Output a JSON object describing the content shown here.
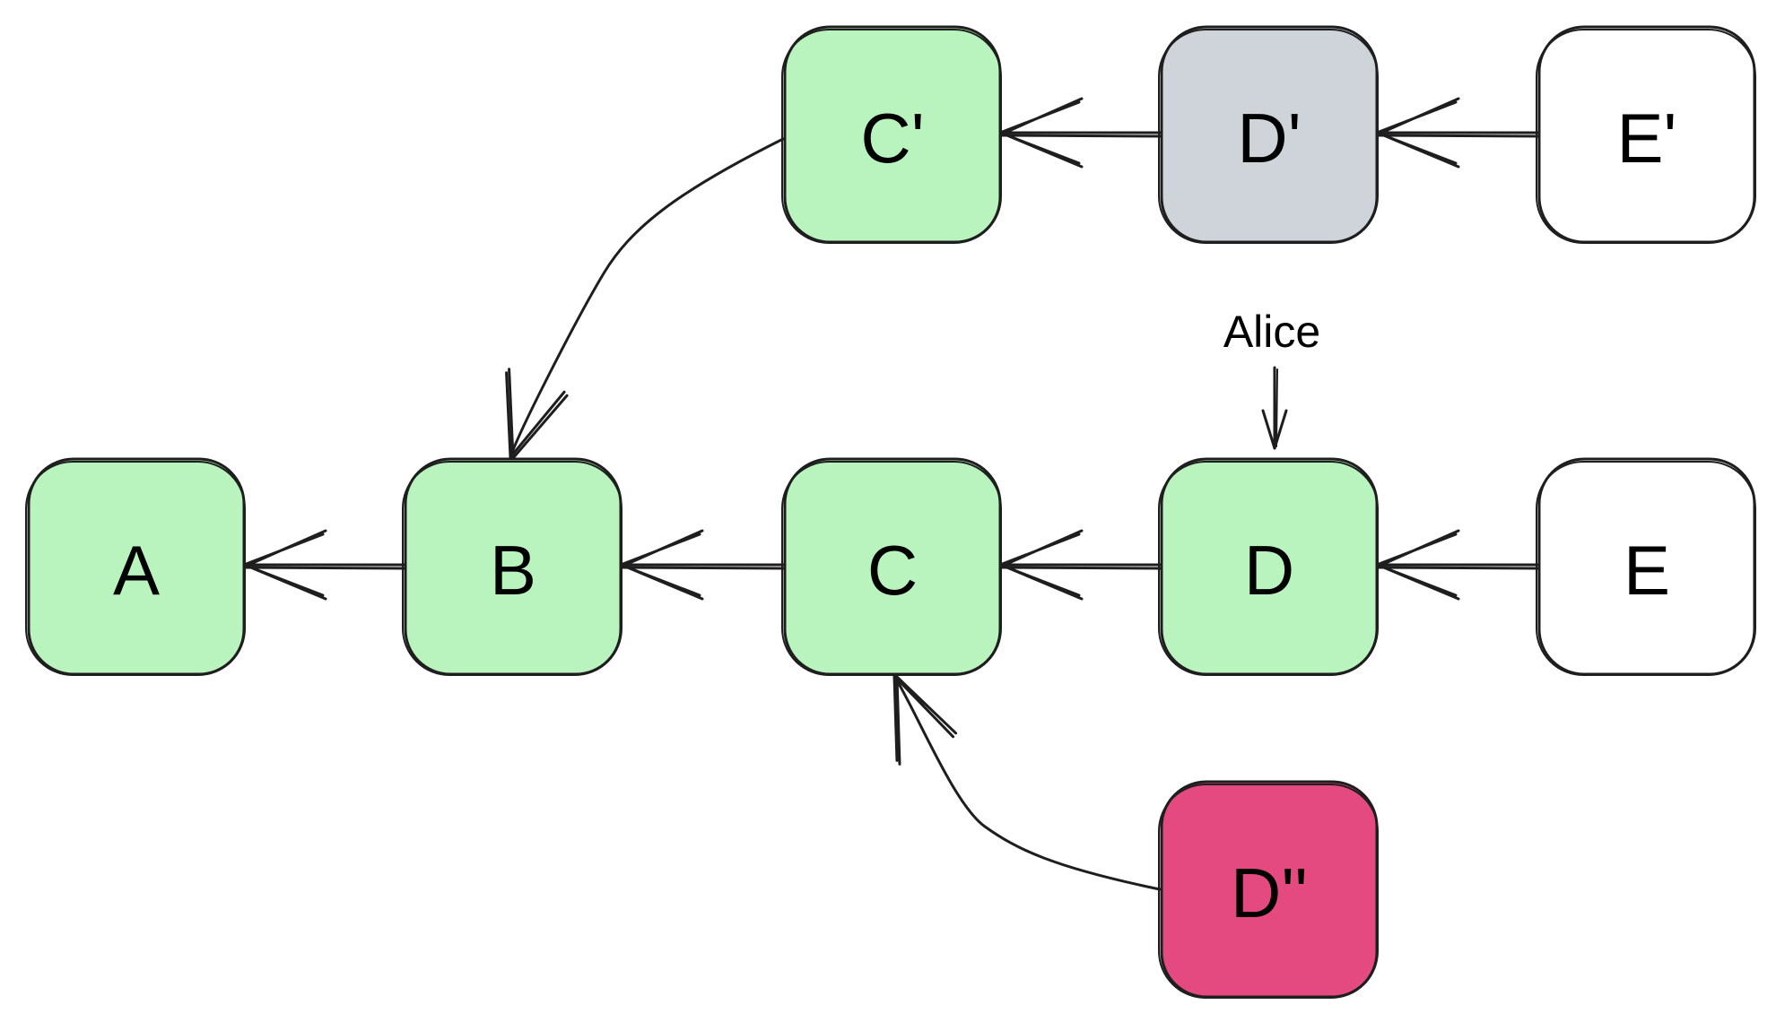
{
  "colors": {
    "committed": "#b9f4be",
    "intermediate": "#ced4da",
    "conflict": "#e44a7f",
    "uncommitted": "#ffffff",
    "stroke": "#1e1e1e"
  },
  "nodes": [
    {
      "id": "A",
      "label": "A",
      "color": "#b9f4be"
    },
    {
      "id": "B",
      "label": "B",
      "color": "#b9f4be"
    },
    {
      "id": "C",
      "label": "C",
      "color": "#b9f4be"
    },
    {
      "id": "D",
      "label": "D",
      "color": "#b9f4be"
    },
    {
      "id": "E",
      "label": "E",
      "color": "#ffffff"
    },
    {
      "id": "Cp",
      "label": "C'",
      "color": "#b9f4be"
    },
    {
      "id": "Dp",
      "label": "D'",
      "color": "#ced4da"
    },
    {
      "id": "Ep",
      "label": "E'",
      "color": "#ffffff"
    },
    {
      "id": "Dpp",
      "label": "D''",
      "color": "#e44a7f"
    }
  ],
  "edges": [
    {
      "from": "B",
      "to": "A"
    },
    {
      "from": "C",
      "to": "B"
    },
    {
      "from": "D",
      "to": "C"
    },
    {
      "from": "E",
      "to": "D"
    },
    {
      "from": "Cp",
      "to": "B"
    },
    {
      "from": "Dp",
      "to": "Cp"
    },
    {
      "from": "Ep",
      "to": "Dp"
    },
    {
      "from": "Dpp",
      "to": "C"
    }
  ],
  "pointer": {
    "label": "Alice",
    "target": "D"
  }
}
